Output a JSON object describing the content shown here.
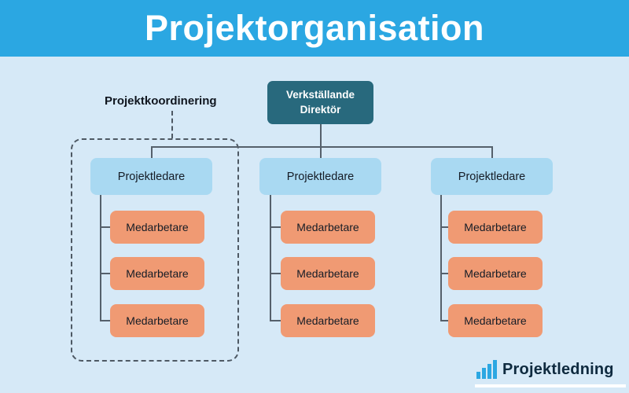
{
  "header": {
    "title": "Projektorganisation"
  },
  "annotation": {
    "label": "Projektkoordinering"
  },
  "root": {
    "label": "Verkställande Direktör"
  },
  "columns": [
    {
      "manager": "Projektledare",
      "members": [
        "Medarbetare",
        "Medarbetare",
        "Medarbetare"
      ]
    },
    {
      "manager": "Projektledare",
      "members": [
        "Medarbetare",
        "Medarbetare",
        "Medarbetare"
      ]
    },
    {
      "manager": "Projektledare",
      "members": [
        "Medarbetare",
        "Medarbetare",
        "Medarbetare"
      ]
    }
  ],
  "footer": {
    "brand": "Projektledning",
    "logo_icon": "bar-chart-icon"
  },
  "colors": {
    "page_bg": "#D6E9F7",
    "header_bg": "#2BA7E2",
    "title_text": "#FFFFFF",
    "root_box": "#28697D",
    "manager_box": "#A9D9F2",
    "member_box": "#F09A73",
    "line": "#55606B",
    "brand_text": "#0E2A3F"
  }
}
